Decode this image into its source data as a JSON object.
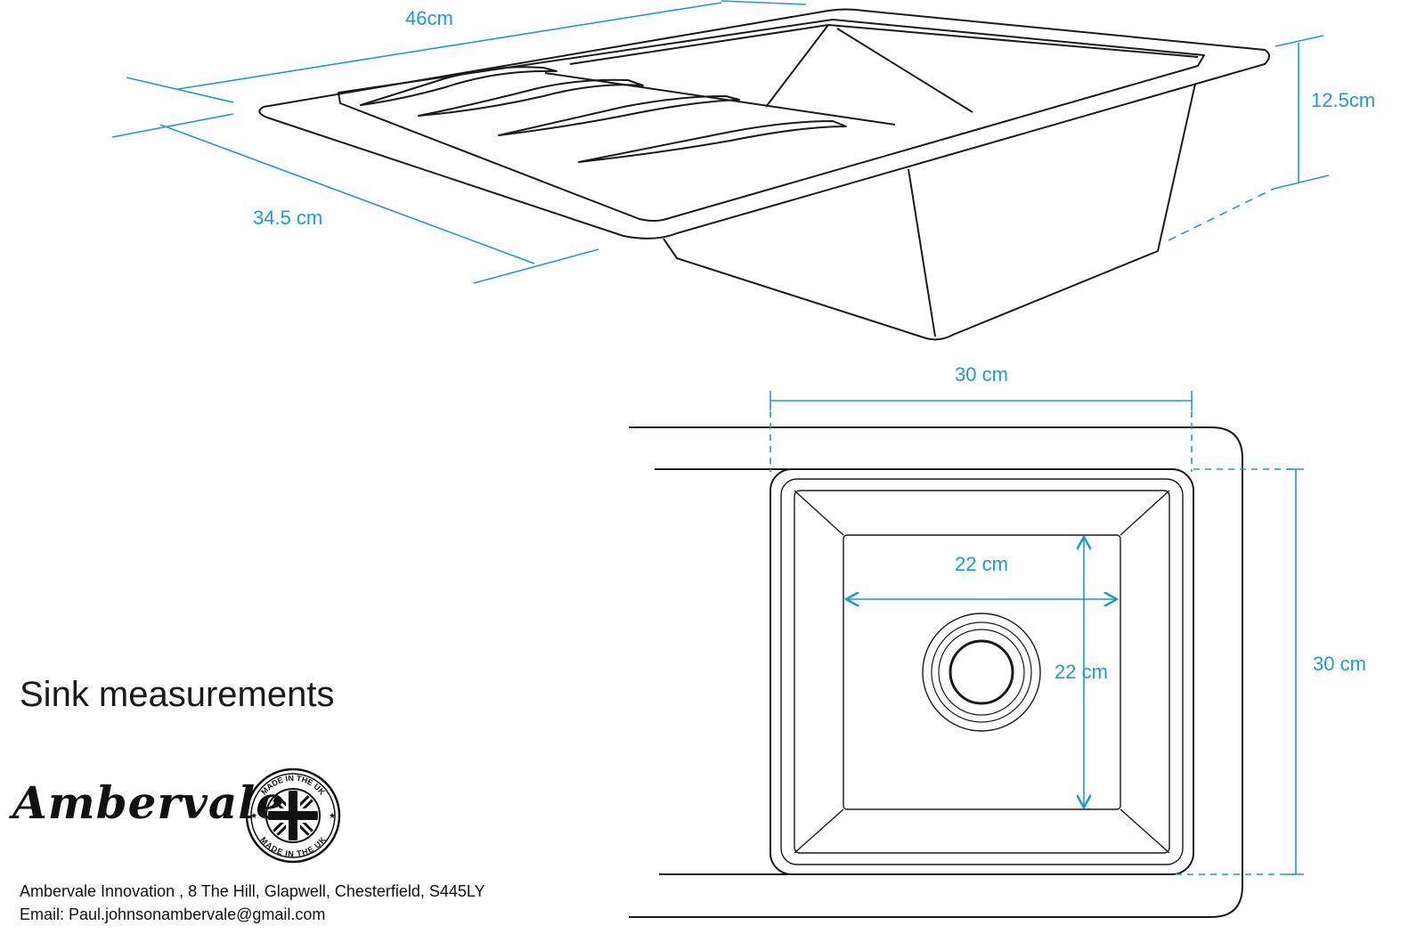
{
  "title": "Sink measurements",
  "brand": {
    "name": "Ambervale",
    "badge_top": "MADE IN THE UK",
    "badge_bottom": "MADE IN THE UK"
  },
  "contact": {
    "address_line": "Ambervale Innovation     , 8 The Hill, Glapwell, Chesterfield, S445LY",
    "email_line": "Email: Paul.johnsonambervale@gmail.com"
  },
  "dimensions": {
    "top_length": "46cm",
    "top_width": "34.5 cm",
    "depth": "12.5cm",
    "plan_width": "30 cm",
    "plan_height": "30 cm",
    "inner_width": "22 cm",
    "inner_height": "22 cm"
  },
  "colors": {
    "dimension": "#1a9ad6",
    "outline": "#1a1a1a"
  }
}
